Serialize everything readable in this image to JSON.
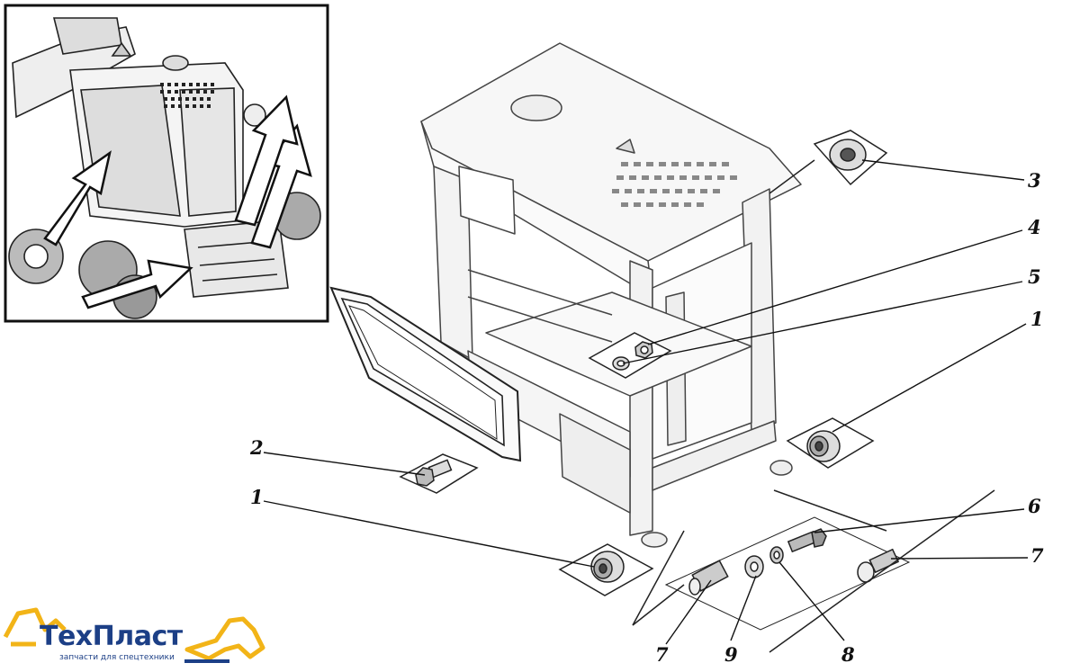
{
  "figure": {
    "callouts": [
      "1",
      "2",
      "3",
      "4",
      "5",
      "1",
      "6",
      "7",
      "7",
      "8",
      "9"
    ]
  },
  "brand": {
    "name": "ТехПласт",
    "tagline": "запчасти для спецтехники",
    "primary_color": "#1c3f86",
    "accent_color": "#f2b418"
  }
}
